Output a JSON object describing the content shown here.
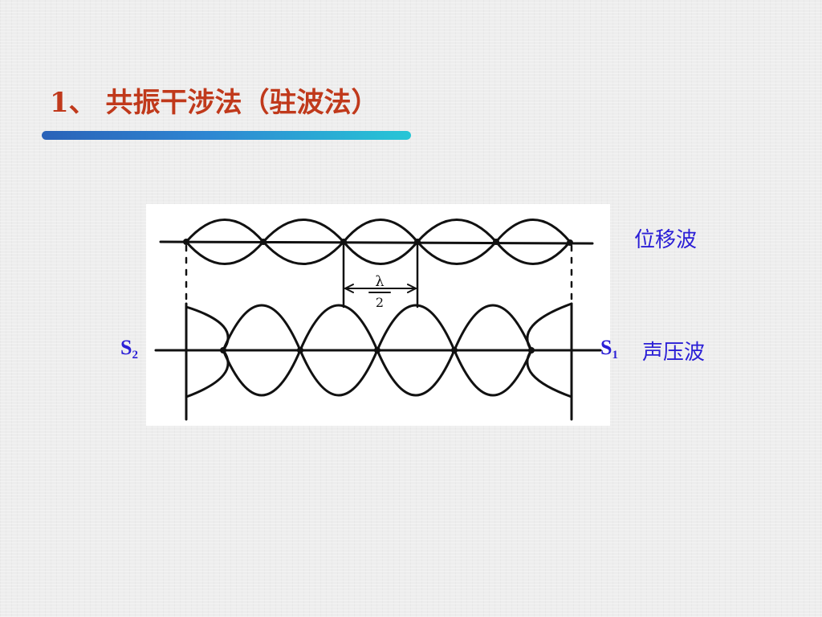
{
  "slide": {
    "title": "1、 共振干涉法（驻波法）",
    "accent_color": "#c0391b",
    "underline_colors": [
      "#2a62b8",
      "#27c6d6"
    ]
  },
  "figure": {
    "type": "standing-wave-diagram",
    "displacement_wave_label": "位移波",
    "pressure_wave_label": "声压波",
    "source2_letter": "S",
    "source2_sub": "2",
    "source1_letter": "S",
    "source1_sub": "1",
    "half_wavelength_numerator": "λ",
    "half_wavelength_denominator": "2",
    "label_color": "#2b1fd6",
    "loops_displacement": 5,
    "loops_pressure": 5
  }
}
